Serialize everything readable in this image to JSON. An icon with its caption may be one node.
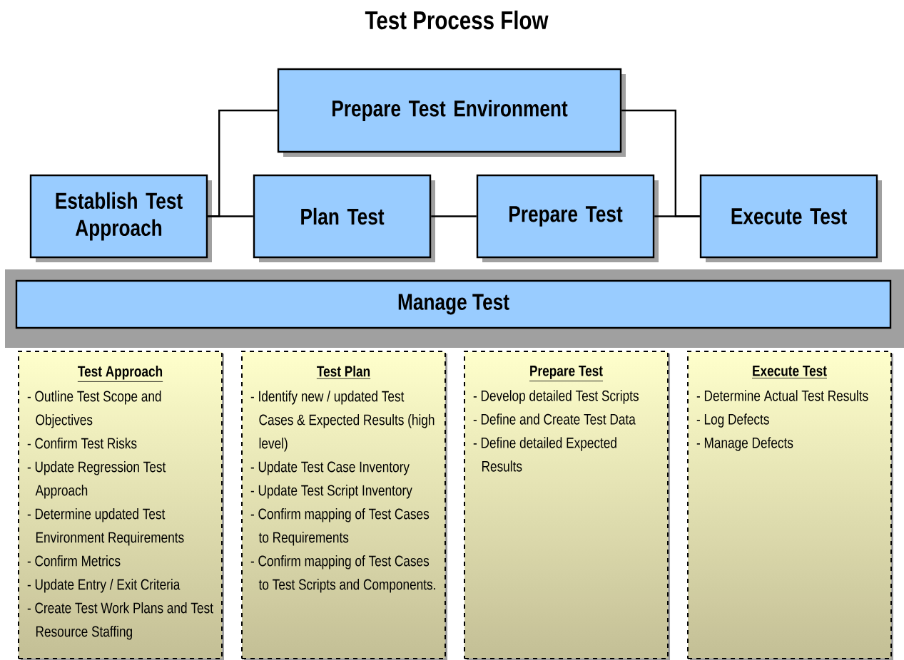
{
  "diagram": {
    "title": "Test Process Flow",
    "nodes": [
      {
        "text": [
          "Prepare Test Environment"
        ]
      },
      {
        "text": [
          "Establish Test Approach"
        ]
      },
      {
        "text": [
          "Plan Test"
        ]
      },
      {
        "text": [
          "Prepare Test"
        ]
      },
      {
        "text": [
          "Execute Test"
        ]
      },
      {
        "text": [
          "Manage Test"
        ]
      },
      {
        "text": [
          "Test Approach",
          "- Outline Test Scope and Objectives",
          "- Confirm Test Risks",
          "- Update Regression Test Approach",
          "- Determine updated Test Environment Requirements",
          "- Confirm Metrics",
          "- Update Entry / Exit Criteria",
          "- Create Test Work Plans and Test Resource Staffing"
        ]
      },
      {
        "text": [
          "Test Plan",
          "- Identify new / updated Test Cases & Expected Results (high level)",
          "- Update Test Case Inventory",
          "- Update Test Script Inventory",
          "- Confirm mapping of Test Cases to Requirements",
          "- Confirm mapping of Test Cases to Test Scripts and Components."
        ]
      },
      {
        "text": [
          "Prepare Test",
          "- Develop detailed Test Scripts",
          "- Define and Create Test Data",
          "- Define detailed Expected Results"
        ]
      },
      {
        "text": [
          "Execute Test",
          "- Determine Actual Test Results",
          "- Log Defects",
          "- Manage Defects"
        ]
      }
    ],
    "edges": [
      {
        "from": 1,
        "to": 2,
        "arrow": "none"
      },
      {
        "from": 2,
        "to": 3,
        "arrow": "none"
      },
      {
        "from": 3,
        "to": 4,
        "arrow": "none"
      },
      {
        "from": 1,
        "to": 0,
        "arrow": "none"
      },
      {
        "from": 0,
        "to": 4,
        "arrow": "none"
      }
    ]
  }
}
